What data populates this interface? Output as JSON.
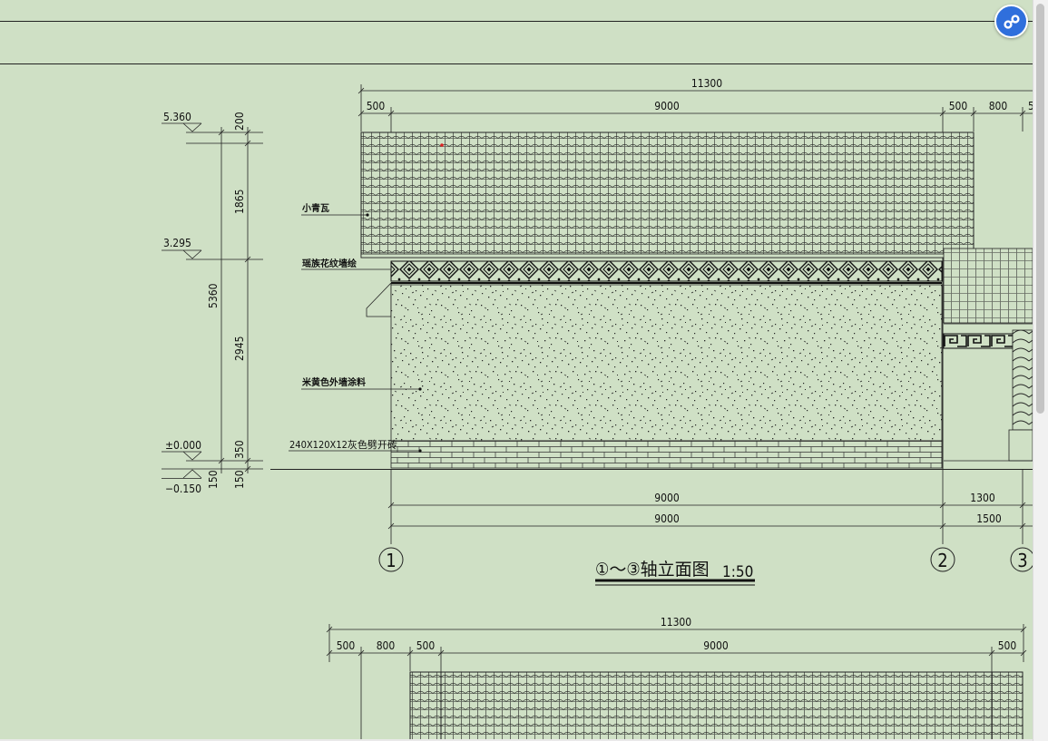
{
  "drawing": {
    "top_overall": "11300",
    "top_segments": [
      "500",
      "9000",
      "500",
      "800",
      "5"
    ],
    "elevations": [
      "5.360",
      "3.295",
      "±0.000",
      "−0.150"
    ],
    "vertical_dims": [
      "200",
      "1865",
      "2945",
      "350",
      "150"
    ],
    "total_height": "5360",
    "left_dim_150": "150",
    "labels": {
      "tile": "小青瓦",
      "pattern": "瑶族花纹墙绘",
      "paint": "米黄色外墙涂料",
      "brick": "240X120X12灰色劈开砖"
    },
    "bottom_dims": [
      "9000",
      "1300"
    ],
    "bottom_dims2": [
      "9000",
      "1500"
    ],
    "axes": [
      "1",
      "2",
      "3"
    ],
    "title": "①～③轴立面图",
    "scale": "1:50",
    "second_overall": "11300",
    "second_segments": [
      "500",
      "800",
      "500",
      "9000",
      "500"
    ]
  },
  "icons": {
    "share": "share-link-icon"
  }
}
